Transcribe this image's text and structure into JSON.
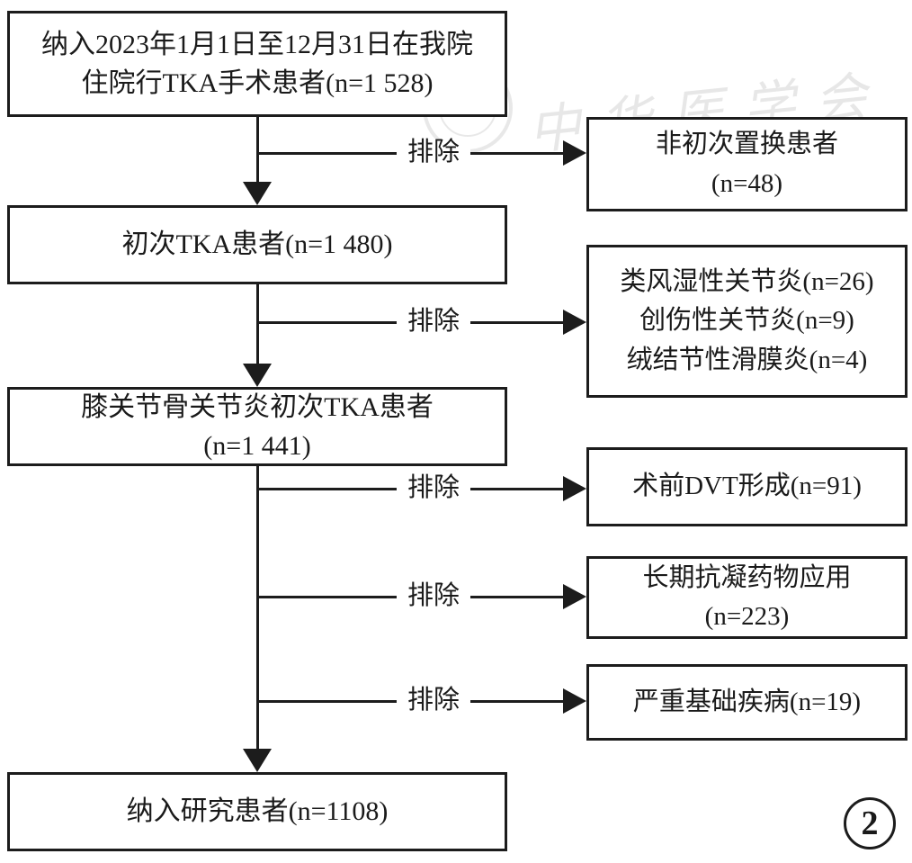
{
  "flow": {
    "exclude_label": "排除",
    "main_boxes": [
      {
        "line1": "纳入2023年1月1日至12月31日在我院",
        "line2": "住院行TKA手术患者(n=1 528)"
      },
      {
        "line1": "初次TKA患者(n=1 480)"
      },
      {
        "line1": "膝关节骨关节炎初次TKA患者",
        "line2": "(n=1 441)"
      },
      {
        "line1": "纳入研究患者(n=1108)"
      }
    ],
    "exclusion_boxes": [
      {
        "lines": [
          "非初次置换患者",
          "(n=48)"
        ]
      },
      {
        "lines": [
          "类风湿性关节炎(n=26)",
          "创伤性关节炎(n=9)",
          "绒结节性滑膜炎(n=4)"
        ]
      },
      {
        "lines": [
          "术前DVT形成(n=91)"
        ]
      },
      {
        "lines": [
          "长期抗凝药物应用",
          "(n=223)"
        ]
      },
      {
        "lines": [
          "严重基础疾病(n=19)"
        ]
      }
    ]
  },
  "watermark": {
    "text": "中华医学会"
  },
  "figure": {
    "number": "2"
  },
  "colors": {
    "line": "#1c1c1c",
    "background": "#ffffff",
    "watermark": "#6f6f6f"
  }
}
